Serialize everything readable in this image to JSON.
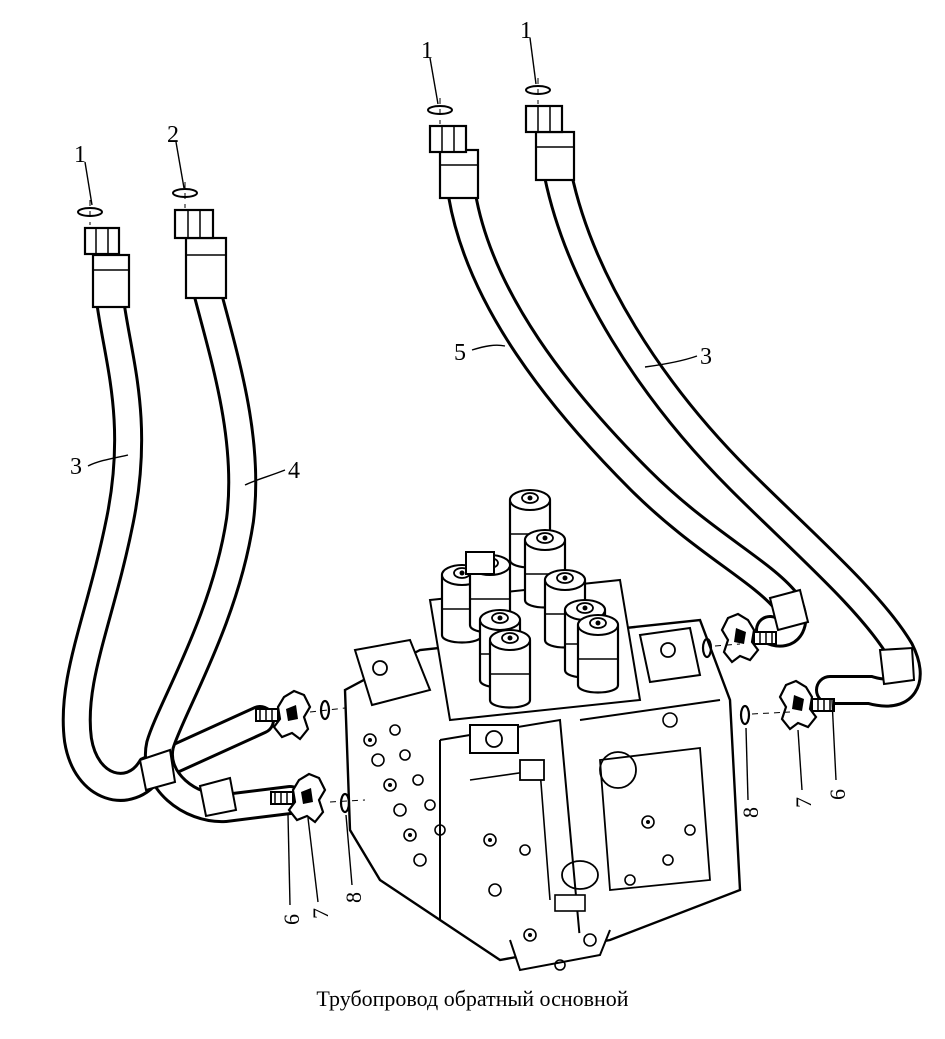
{
  "caption": "Трубопровод обратный основной",
  "colors": {
    "ink": "#000000",
    "paper": "#ffffff"
  },
  "callouts": {
    "l1a": "1",
    "l2": "2",
    "l1b": "1",
    "l1c": "1",
    "l3a": "3",
    "l4": "4",
    "l5": "5",
    "l3b": "3",
    "l6a": "6",
    "l7a": "7",
    "l8a": "8",
    "l8b": "8",
    "l7b": "7",
    "l6b": "6"
  }
}
